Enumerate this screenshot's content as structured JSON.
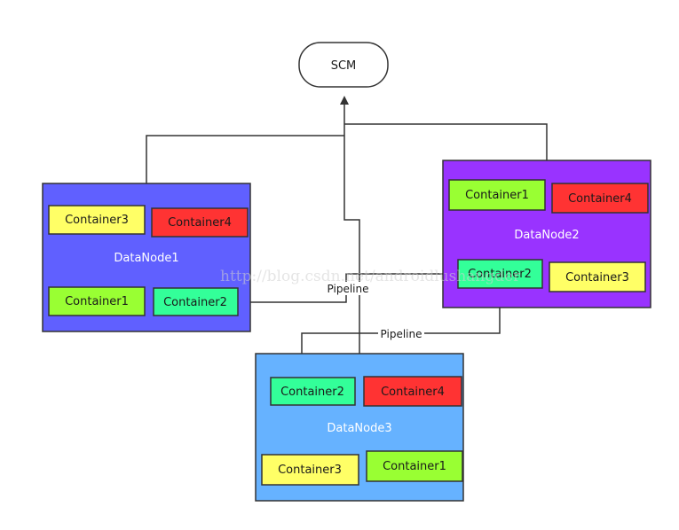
{
  "scm": {
    "label": "SCM"
  },
  "datanodes": [
    {
      "label": "DataNode1",
      "color": "#6060ff",
      "containers": [
        {
          "label": "Container3",
          "color": "#ffff66"
        },
        {
          "label": "Container4",
          "color": "#ff3333"
        },
        {
          "label": "Container1",
          "color": "#99ff33"
        },
        {
          "label": "Container2",
          "color": "#33ff99"
        }
      ]
    },
    {
      "label": "DataNode2",
      "color": "#9933ff",
      "containers": [
        {
          "label": "Container1",
          "color": "#99ff33"
        },
        {
          "label": "Container4",
          "color": "#ff3333"
        },
        {
          "label": "Container2",
          "color": "#33ff99"
        },
        {
          "label": "Container3",
          "color": "#ffff66"
        }
      ]
    },
    {
      "label": "DataNode3",
      "color": "#66b2ff",
      "containers": [
        {
          "label": "Container2",
          "color": "#33ff99"
        },
        {
          "label": "Container4",
          "color": "#ff3333"
        },
        {
          "label": "Container3",
          "color": "#ffff66"
        },
        {
          "label": "Container1",
          "color": "#99ff33"
        }
      ]
    }
  ],
  "pipelines": [
    {
      "label": "Pipeline"
    },
    {
      "label": "Pipeline"
    }
  ],
  "watermark": "http://blog.csdn.net/androidlushangder"
}
